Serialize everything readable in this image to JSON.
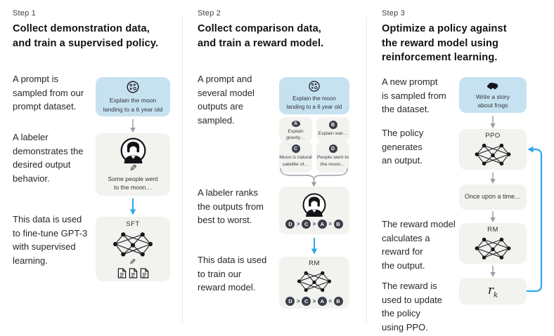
{
  "figure": {
    "title": "RLHF training steps diagram",
    "accent_blue": "#2ea7f0",
    "card_gray": "#f2f2ef",
    "card_blue": "#c6e2f1",
    "badge_dark": "#3b3f49"
  },
  "columns": [
    {
      "step": "Step 1",
      "heading": "Collect demonstration data,\nand train a supervised policy.",
      "captions": [
        "A prompt is\nsampled from our\nprompt dataset.",
        "A labeler\ndemonstrates the\ndesired output\nbehavior.",
        "This data is used\nto fine-tune GPT-3\nwith supervised\nlearning."
      ],
      "prompt_card": "Explain the moon\nlanding to a 6 year old",
      "labeler_card": "Some people went\nto the moon…",
      "model_label": "SFT"
    },
    {
      "step": "Step 2",
      "heading": "Collect comparison data,\nand train a reward model.",
      "captions": [
        "A prompt and\nseveral model\noutputs are\nsampled.",
        "A labeler ranks\nthe outputs from\nbest to worst.",
        "This data is used\nto train our\nreward model."
      ],
      "prompt_card": "Explain the moon\nlanding to a 6 year old",
      "outputs": [
        {
          "label": "A",
          "text": "Explain gravity…"
        },
        {
          "label": "B",
          "text": "Explain war…"
        },
        {
          "label": "C",
          "text": "Moon is natural\nsatellite of…"
        },
        {
          "label": "D",
          "text": "People went to\nthe moon…"
        }
      ],
      "ranking": [
        "D",
        ">",
        "C",
        ">",
        "A",
        "=",
        "B"
      ],
      "model_label": "RM"
    },
    {
      "step": "Step 3",
      "heading": "Optimize a policy against\nthe reward model using\nreinforcement learning.",
      "captions": [
        "A new prompt\nis sampled from\nthe dataset.",
        "The policy\ngenerates\nan output.",
        "The reward model\ncalculates a\nreward for\nthe output.",
        "The reward is\nused to update\nthe policy\nusing PPO."
      ],
      "prompt_card": "Write a story\nabout frogs",
      "policy_label": "PPO",
      "output_card": "Once upon a time…",
      "model_label": "RM",
      "reward_base": "r",
      "reward_sub": "k"
    }
  ]
}
